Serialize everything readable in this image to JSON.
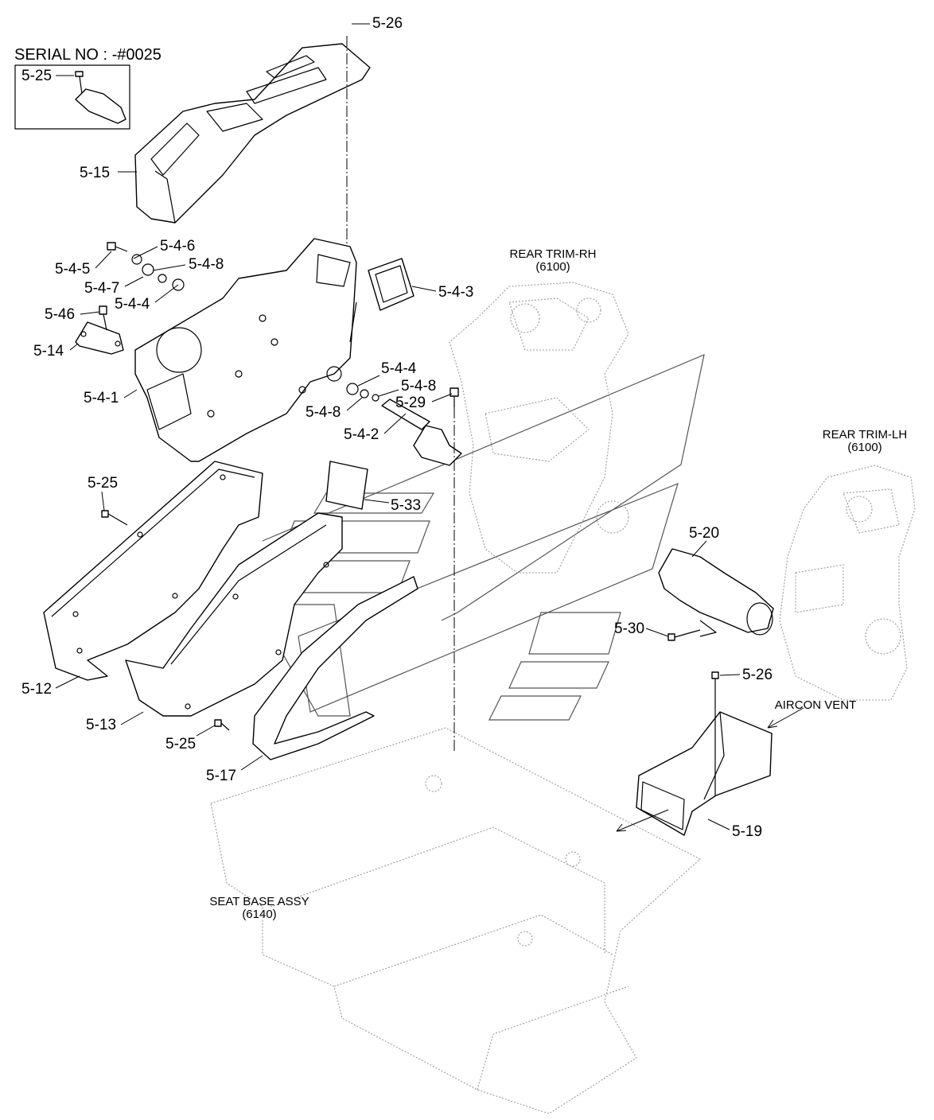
{
  "serial_note": {
    "text": "SERIAL NO : -#0025",
    "inset_label": "5-25"
  },
  "part_labels": {
    "p5_26_top": "5-26",
    "p5_15": "5-15",
    "p5_4_6": "5-4-6",
    "p5_4_5": "5-4-5",
    "p5_4_8_a": "5-4-8",
    "p5_4_7": "5-4-7",
    "p5_4_4_a": "5-4-4",
    "p5_46": "5-46",
    "p5_14": "5-14",
    "p5_4_3": "5-4-3",
    "p5_4_1": "5-4-1",
    "p5_4_4_b": "5-4-4",
    "p5_4_8_b": "5-4-8",
    "p5_29": "5-29",
    "p5_4_8_c": "5-4-8",
    "p5_4_2": "5-4-2",
    "p5_25_a": "5-25",
    "p5_33": "5-33",
    "p5_20": "5-20",
    "p5_30": "5-30",
    "p5_26_b": "5-26",
    "p5_12": "5-12",
    "p5_13": "5-13",
    "p5_25_b": "5-25",
    "p5_17": "5-17",
    "p5_19": "5-19"
  },
  "references": {
    "rear_trim_rh": {
      "name": "REAR TRIM-RH",
      "code": "(6100)"
    },
    "rear_trim_lh": {
      "name": "REAR TRIM-LH",
      "code": "(6100)"
    },
    "seat_base": {
      "name": "SEAT BASE ASSY",
      "code": "(6140)"
    },
    "aircon_vent": {
      "name": "AIRCON VENT"
    }
  }
}
